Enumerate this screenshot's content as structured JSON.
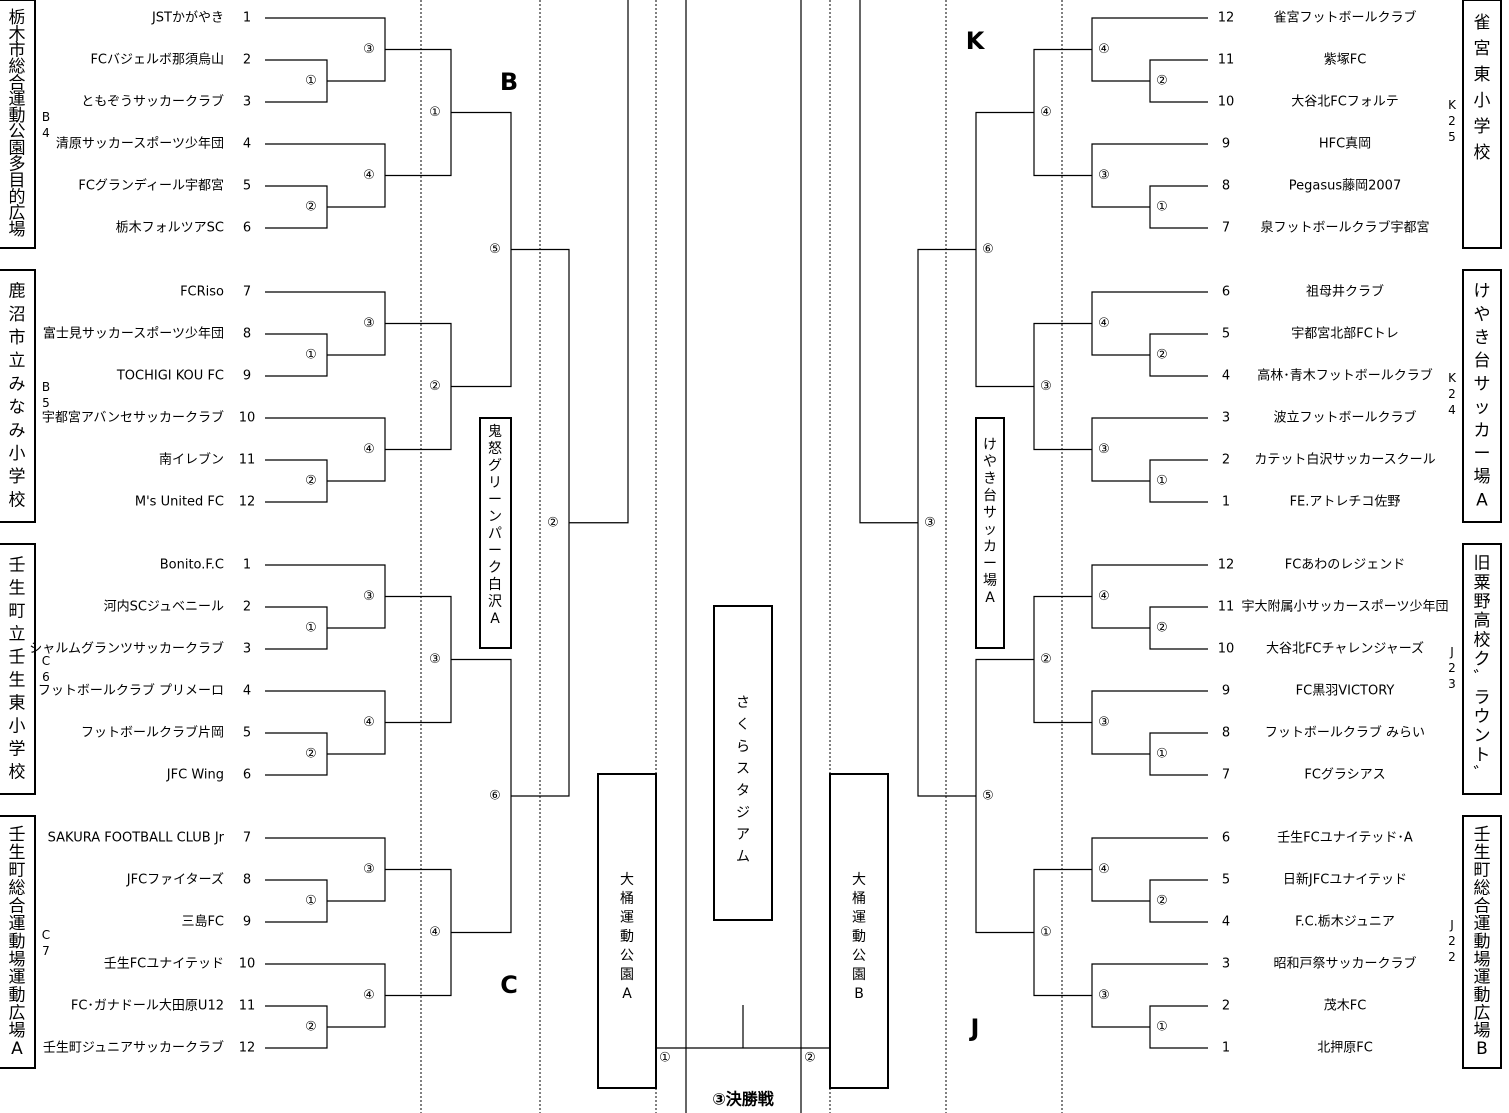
{
  "blocks": {
    "B": {
      "letter": "B",
      "zone": "B4 / B5",
      "venues": [
        "栃木市総合運動公園多目的広場",
        "鹿沼市立みなみ小学校"
      ],
      "teams": [
        "JSTかがやき",
        "FCバジェルボ那須烏山",
        "ともぞうサッカークラブ",
        "清原サッカースポーツ少年団",
        "FCグランディール宇都宮",
        "栃木フォルツアSC",
        "FCRiso",
        "富士見サッカースポーツ少年団",
        "TOCHIGI KOU FC",
        "宇都宮アバンセサッカークラブ",
        "南イレブン",
        "M's United FC"
      ]
    },
    "C": {
      "letter": "C",
      "zone": "C6 / C7",
      "venues": [
        "壬生町立壬生東小学校",
        "壬生町総合運動場運動広場A"
      ],
      "teams": [
        "Bonito.F.C",
        "河内SCジュベニール",
        "シャルムグランツサッカークラブ",
        "フットボールクラブ プリメーロ",
        "フットボールクラブ片岡",
        "JFC Wing",
        "SAKURA FOOTBALL CLUB Jr",
        "JFCファイターズ",
        "三島FC",
        "壬生FCユナイテッド",
        "FC･ガナドール大田原U12",
        "壬生町ジュニアサッカークラブ"
      ]
    },
    "K": {
      "letter": "K",
      "zone": "K25 / K24",
      "venues": [
        "雀宮東小学校",
        "けやき台サッカー場A"
      ],
      "teams": [
        "雀宮フットボールクラブ",
        "紫塚FC",
        "大谷北FCフォルテ",
        "HFC真岡",
        "Pegasus藤岡2007",
        "泉フットボールクラブ宇都宮",
        "祖母井クラブ",
        "宇都宮北部FCトレ",
        "高林･青木フットボールクラブ",
        "波立フットボールクラブ",
        "カテット白沢サッカースクール",
        "FE.アトレチコ佐野"
      ]
    },
    "J": {
      "letter": "J",
      "zone": "J23 / J22",
      "venues": [
        "旧粟野高校ク゛ラウント゛",
        "壬生町総合運動場運動広場B"
      ],
      "teams": [
        "FCあわのレジェンド",
        "宇大附属小サッカースポーツ少年団",
        "大谷北FCチャレンジャーズ",
        "FC黒羽VICTORY",
        "フットボールクラブ みらい",
        "FCグラシアス",
        "壬生FCユナイテッド･A",
        "日新JFCユナイテッド",
        "F.C.栃木ジュニア",
        "昭和戸祭サッカークラブ",
        "茂木FC",
        "北押原FC"
      ]
    }
  },
  "seeds": {
    "left": [
      1,
      2,
      3,
      4,
      5,
      6,
      7,
      8,
      9,
      10,
      11,
      12,
      1,
      2,
      3,
      4,
      5,
      6,
      7,
      8,
      9,
      10,
      11,
      12
    ],
    "right": [
      12,
      11,
      10,
      9,
      8,
      7,
      6,
      5,
      4,
      3,
      2,
      1,
      12,
      11,
      10,
      9,
      8,
      7,
      6,
      5,
      4,
      3,
      2,
      1
    ]
  },
  "round_labels": {
    "r1": [
      "③",
      "①",
      "②",
      "④"
    ],
    "r1_right": [
      "④",
      "②",
      "①",
      "③"
    ]
  },
  "mid_venues": {
    "left": "鬼怒グリーンパーク白沢A",
    "right": "けやき台サッカー場A"
  },
  "center": {
    "stadium": "さくらスタジアム",
    "final": "③決勝戦",
    "left_venue": "大桶運動公園A",
    "right_venue": "大桶運動公園B",
    "left_semi": "①",
    "right_semi": "②"
  },
  "colors": {
    "line": "#000000"
  }
}
